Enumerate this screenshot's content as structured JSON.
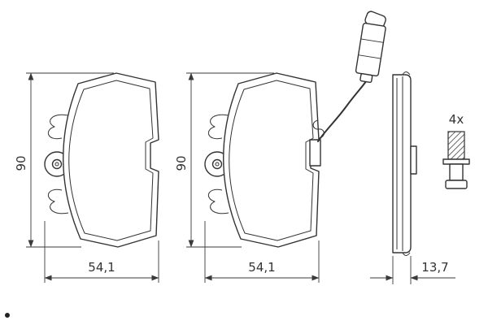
{
  "page": {
    "background": "#ffffff",
    "line_color": "#333333"
  },
  "labels": {
    "pad1_height": "90",
    "pad2_height": "90",
    "pad1_width": "54,1",
    "pad2_width": "54,1",
    "side_thickness": "13,7",
    "bolt_count": "4x"
  }
}
